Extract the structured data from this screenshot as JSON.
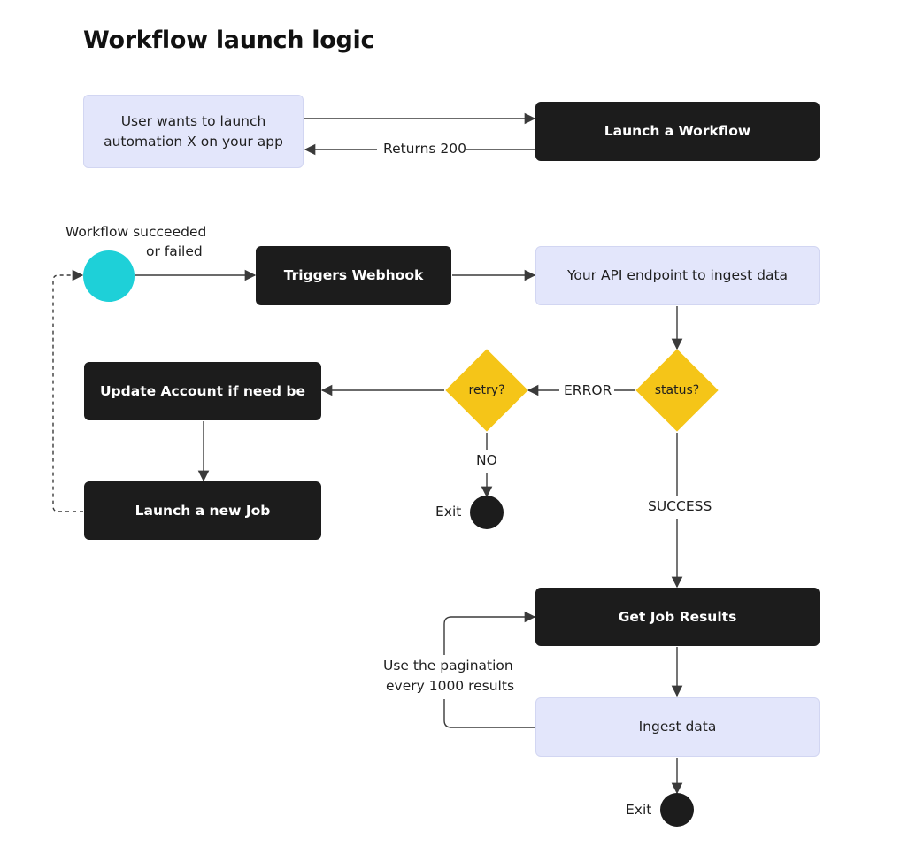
{
  "title": "Workflow launch logic",
  "nodes": {
    "user_wants": [
      "User wants to launch",
      "automation X on your app"
    ],
    "launch_workflow": "Launch a Workflow",
    "workflow_status": [
      "Workflow succeeded",
      "or failed"
    ],
    "triggers_webhook": "Triggers Webhook",
    "api_endpoint": "Your API endpoint to ingest data",
    "status_decision": "status?",
    "retry_decision": "retry?",
    "update_account": "Update Account if need be",
    "launch_new_job": "Launch a new Job",
    "get_job_results": "Get Job Results",
    "ingest_data": "Ingest data",
    "exit_retry": "Exit",
    "exit_final": "Exit"
  },
  "edges": {
    "returns_200": "Returns 200",
    "error": "ERROR",
    "no": "NO",
    "success": "SUCCESS",
    "pagination": [
      "Use the pagination",
      "every 1000 results"
    ]
  },
  "colors": {
    "light_node": "#e3e6fb",
    "dark_node": "#1c1c1c",
    "decision": "#f5c518",
    "start_circle": "#1ed0d8",
    "end_circle": "#1c1c1c",
    "edge": "#3a3a3a"
  }
}
